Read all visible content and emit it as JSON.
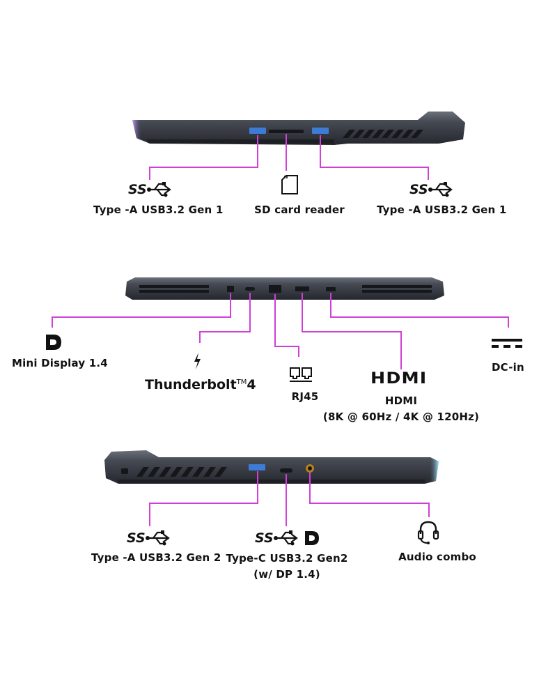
{
  "sections": [
    {
      "id": "left-side",
      "ports": [
        {
          "label": "Type -A USB3.2 Gen 1",
          "icon": "superspeed-usb-icon"
        },
        {
          "label": "SD card reader",
          "icon": "sd-card-icon"
        },
        {
          "label": "Type -A USB3.2 Gen 1",
          "icon": "superspeed-usb-icon"
        }
      ]
    },
    {
      "id": "rear-side",
      "ports": [
        {
          "label": "Mini Display 1.4",
          "icon": "displayport-icon"
        },
        {
          "label": "Thunderbolt",
          "tm": "TM",
          "suffix": "4",
          "icon": "thunderbolt-icon"
        },
        {
          "label": "RJ45",
          "icon": "ethernet-icon"
        },
        {
          "label": "HDMI",
          "sublabel": "(8K @ 60Hz / 4K @ 120Hz)",
          "icon": "hdmi-logo-icon",
          "logo_text": "HDMI"
        },
        {
          "label": "DC-in",
          "icon": "dc-power-icon"
        }
      ]
    },
    {
      "id": "right-side",
      "ports": [
        {
          "label": "Type -A USB3.2 Gen 2",
          "icon": "superspeed-usb-icon"
        },
        {
          "label": "Type-C USB3.2 Gen2",
          "sublabel": "(w/ DP 1.4)",
          "icon": "superspeed-usb-displayport-icon"
        },
        {
          "label": "Audio combo",
          "icon": "headset-icon"
        }
      ]
    }
  ],
  "colors": {
    "connector": "#d040d6",
    "chassis": "#3a3e47",
    "chassis_dark": "#23262c",
    "port_blue": "#3d7bd6",
    "rgb_glow": "#9b6cff",
    "text": "#111111"
  },
  "icon_text": {
    "ss": "SS"
  }
}
